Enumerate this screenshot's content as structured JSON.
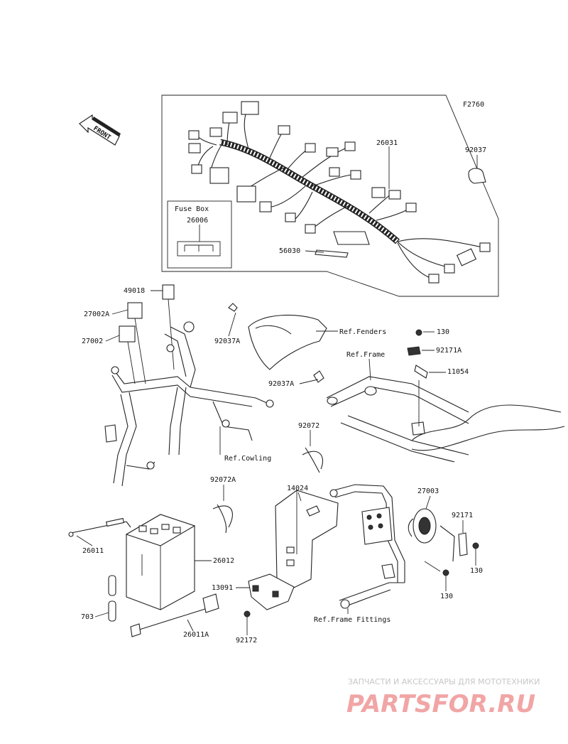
{
  "figure_code": "F2760",
  "front_label": "FRONT",
  "fuse_box": {
    "title": "Fuse Box",
    "part": "26006"
  },
  "part_labels": {
    "p26031": "26031",
    "p92037": "92037",
    "p56030": "56030",
    "p49018": "49018",
    "p27002A": "27002A",
    "p27002": "27002",
    "p92037A_1": "92037A",
    "p92037A_2": "92037A",
    "p130_1": "130",
    "p92171A": "92171A",
    "p11054": "11054",
    "p92072": "92072",
    "p92072A": "92072A",
    "p14024": "14024",
    "p27003": "27003",
    "p92171": "92171",
    "p130_2": "130",
    "p130_3": "130",
    "p26011": "26011",
    "p26012": "26012",
    "p13091": "13091",
    "p703": "703",
    "p26011A": "26011A",
    "p92172": "92172"
  },
  "refs": {
    "fenders": "Ref.Fenders",
    "frame": "Ref.Frame",
    "cowling": "Ref.Cowling",
    "frame_fittings": "Ref.Frame Fittings"
  },
  "watermark": {
    "tagline": "ЗАПЧАСТИ И АКСЕССУАРЫ ДЛЯ МОТОТЕХНИКИ",
    "brand": "PARTSFOR.RU",
    "color_primary": "#e23a3a",
    "color_accent": "#d9d9d9"
  }
}
